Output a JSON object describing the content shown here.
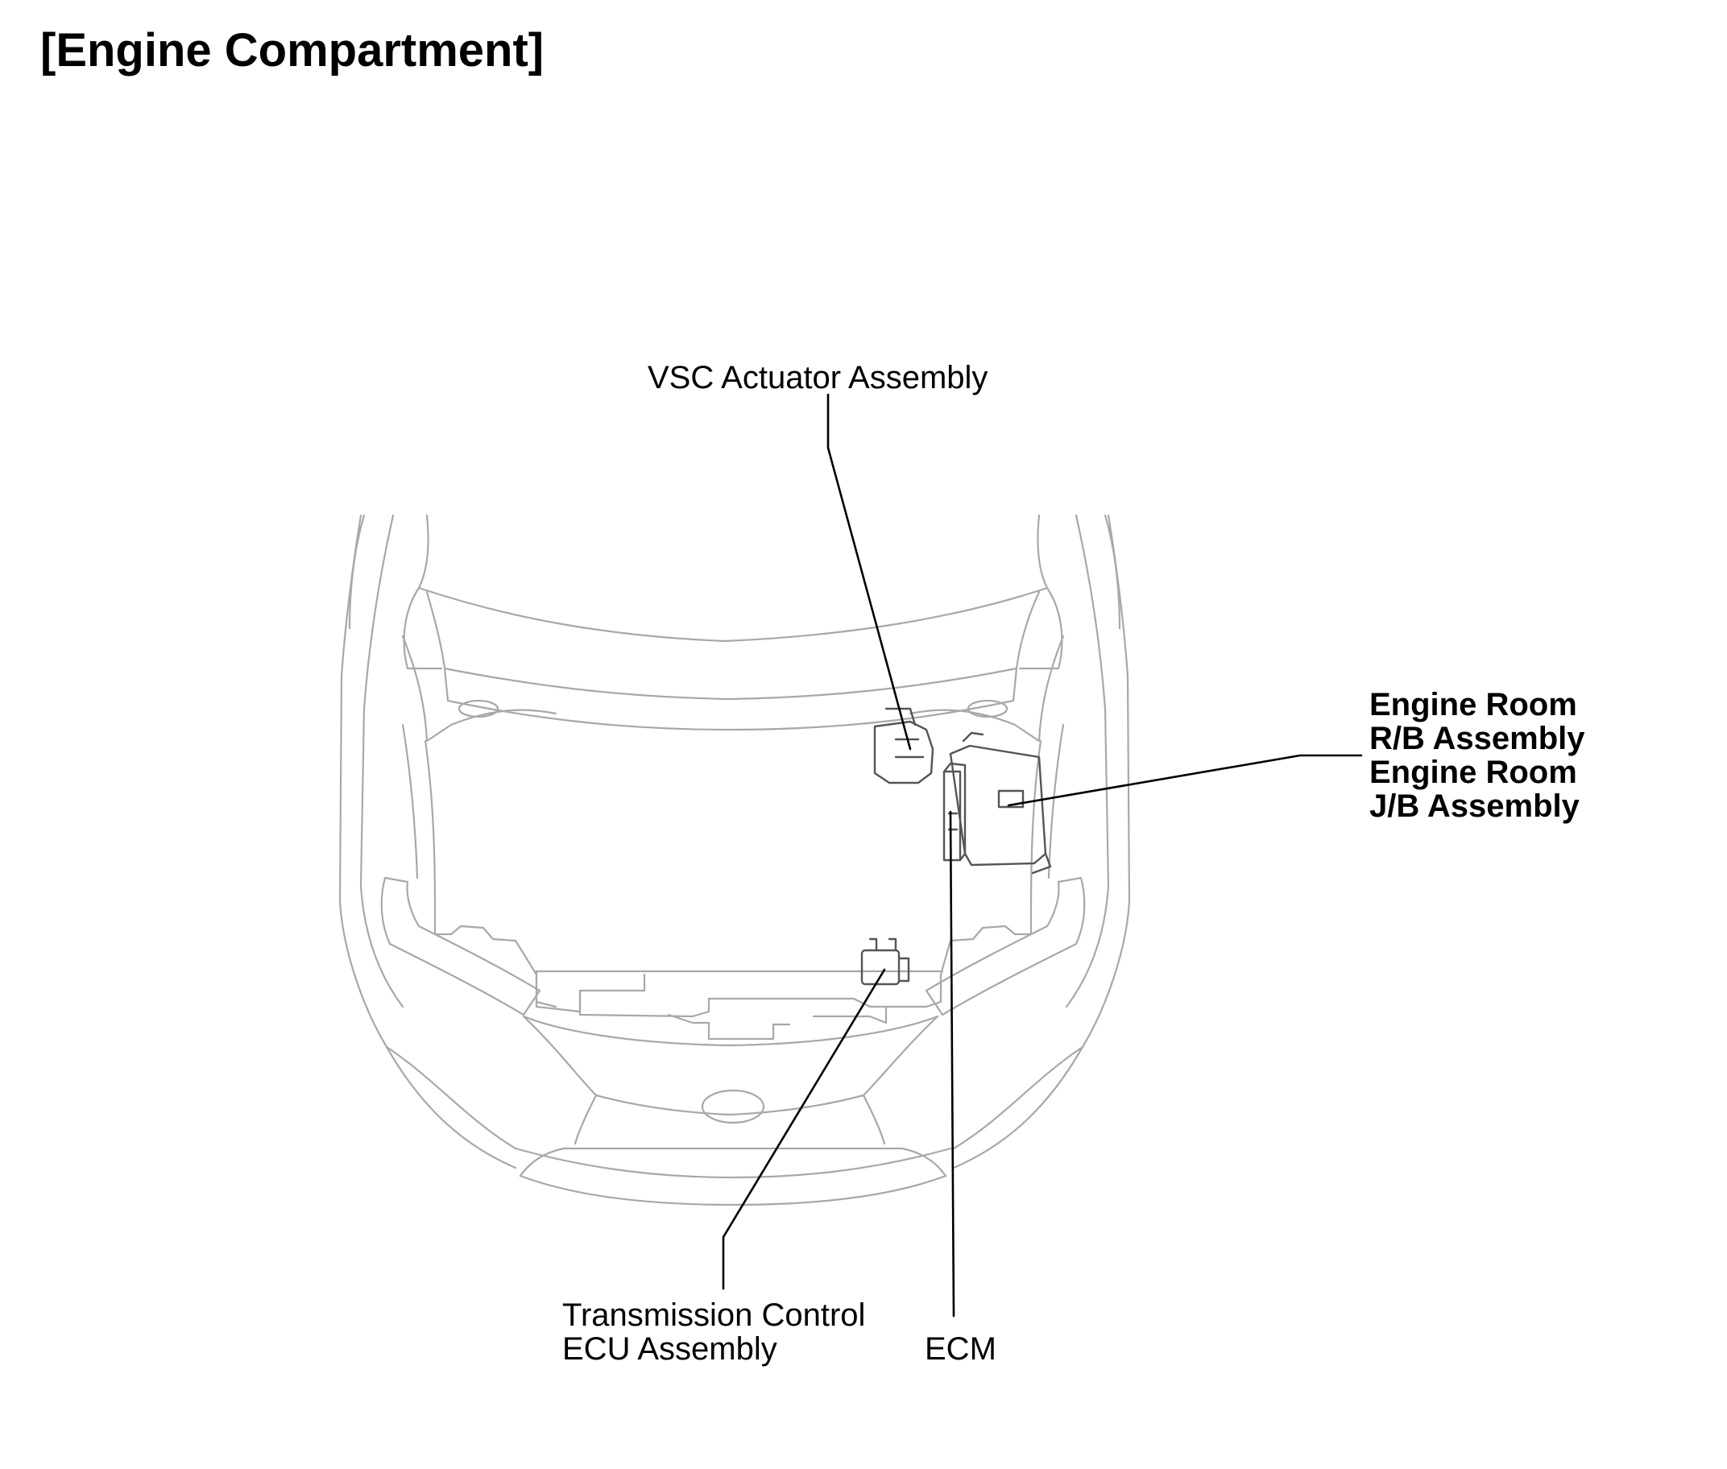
{
  "title": "[Engine Compartment]",
  "labels": {
    "vsc_actuator": "VSC Actuator Assembly",
    "engine_room_rb_1": "Engine Room",
    "engine_room_rb_2": "R/B Assembly",
    "engine_room_jb_1": "Engine Room",
    "engine_room_jb_2": "J/B Assembly",
    "transmission_ecu_1": "Transmission Control",
    "transmission_ecu_2": "ECU Assembly",
    "ecm": "ECM"
  },
  "colors": {
    "linework": "#a8a8a8",
    "leader_lines": "#000000",
    "text": "#000000"
  }
}
